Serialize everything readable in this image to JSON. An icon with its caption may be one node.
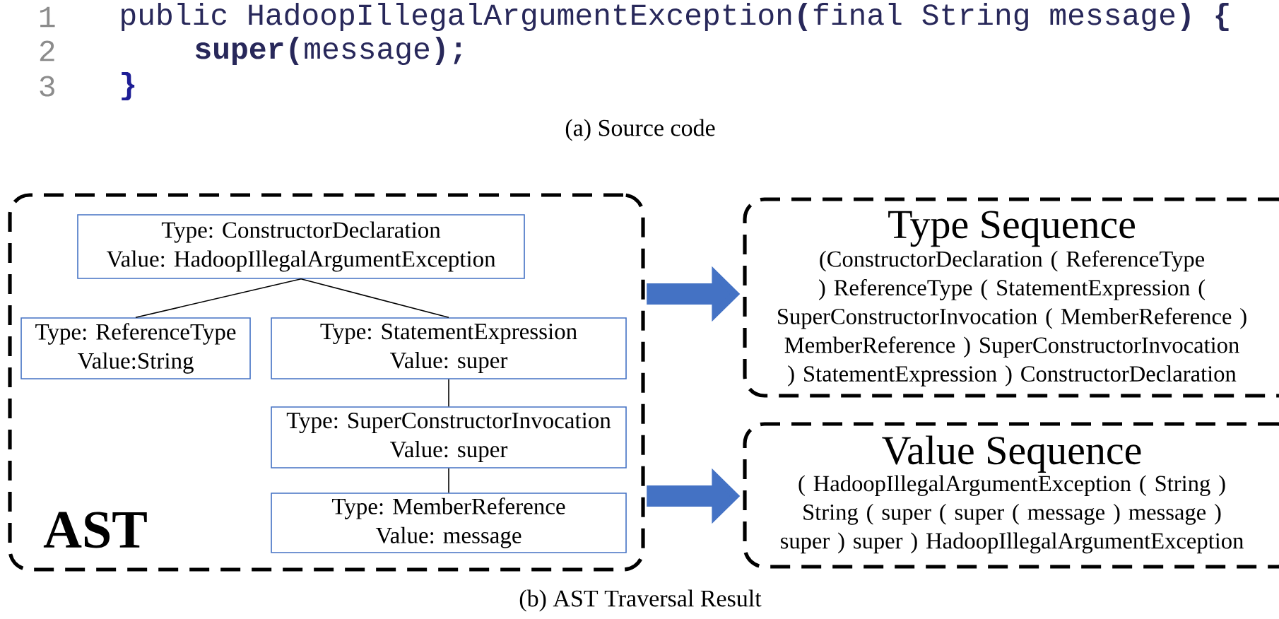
{
  "diagram": {
    "nodes": [
      {
        "text": [
          "AST"
        ]
      },
      {
        "text": [
          "Type: ConstructorDeclaration",
          "Value: HadoopIllegalArgumentException"
        ],
        "in": 0
      },
      {
        "text": [
          "Type: ReferenceType",
          "Value:String"
        ],
        "in": 0
      },
      {
        "text": [
          "Type: StatementExpression",
          "Value: super"
        ],
        "in": 0
      },
      {
        "text": [
          "Type: SuperConstructorInvocation",
          "Value: super"
        ],
        "in": 0
      },
      {
        "text": [
          "Type: MemberReference",
          "Value: message"
        ],
        "in": 0
      },
      {
        "text": [
          "Type Sequence",
          "(ConstructorDeclaration ( ReferenceType ) ReferenceType ( StatementExpression ( SuperConstructorInvocation ( MemberReference ) MemberReference ) SuperConstructorInvocation ) StatementExpression ) ConstructorDeclaration"
        ]
      },
      {
        "text": [
          "Value Sequence",
          "( HadoopIllegalArgumentException ( String ) String ( super ( super ( message ) message ) super ) super ) HadoopIllegalArgumentException"
        ]
      }
    ],
    "edges": [
      {
        "from": 1,
        "to": 2,
        "arrow": "none"
      },
      {
        "from": 1,
        "to": 3,
        "arrow": "none"
      },
      {
        "from": 3,
        "to": 4,
        "arrow": "none"
      },
      {
        "from": 4,
        "to": 5,
        "arrow": "none"
      },
      {
        "from": 0,
        "to": 6,
        "arrow": "to",
        "style": "thick",
        "color": "#4472c4"
      },
      {
        "from": 0,
        "to": 7,
        "arrow": "to",
        "style": "thick",
        "color": "#4472c4"
      }
    ],
    "labels": [
      "1",
      "public HadoopIllegalArgumentException**(**final String message**)** **{**",
      "2",
      "**super(**message**);**",
      "3",
      "}",
      "(a) Source code",
      "(b) AST Traversal Result"
    ]
  }
}
